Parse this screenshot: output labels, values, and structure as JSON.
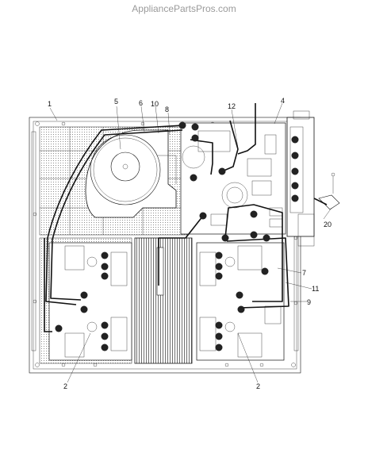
{
  "header": {
    "site": "AppliancePartsPros.com"
  },
  "callouts": [
    {
      "id": "c1",
      "text": "1"
    },
    {
      "id": "c5",
      "text": "5"
    },
    {
      "id": "c6",
      "text": "6"
    },
    {
      "id": "c10",
      "text": "10"
    },
    {
      "id": "c8",
      "text": "8"
    },
    {
      "id": "c12",
      "text": "12"
    },
    {
      "id": "c4",
      "text": "4"
    },
    {
      "id": "c20",
      "text": "20"
    },
    {
      "id": "c7",
      "text": "7"
    },
    {
      "id": "c11",
      "text": "11"
    },
    {
      "id": "c9",
      "text": "9"
    },
    {
      "id": "c2a",
      "text": "2"
    },
    {
      "id": "c2b",
      "text": "2"
    }
  ]
}
